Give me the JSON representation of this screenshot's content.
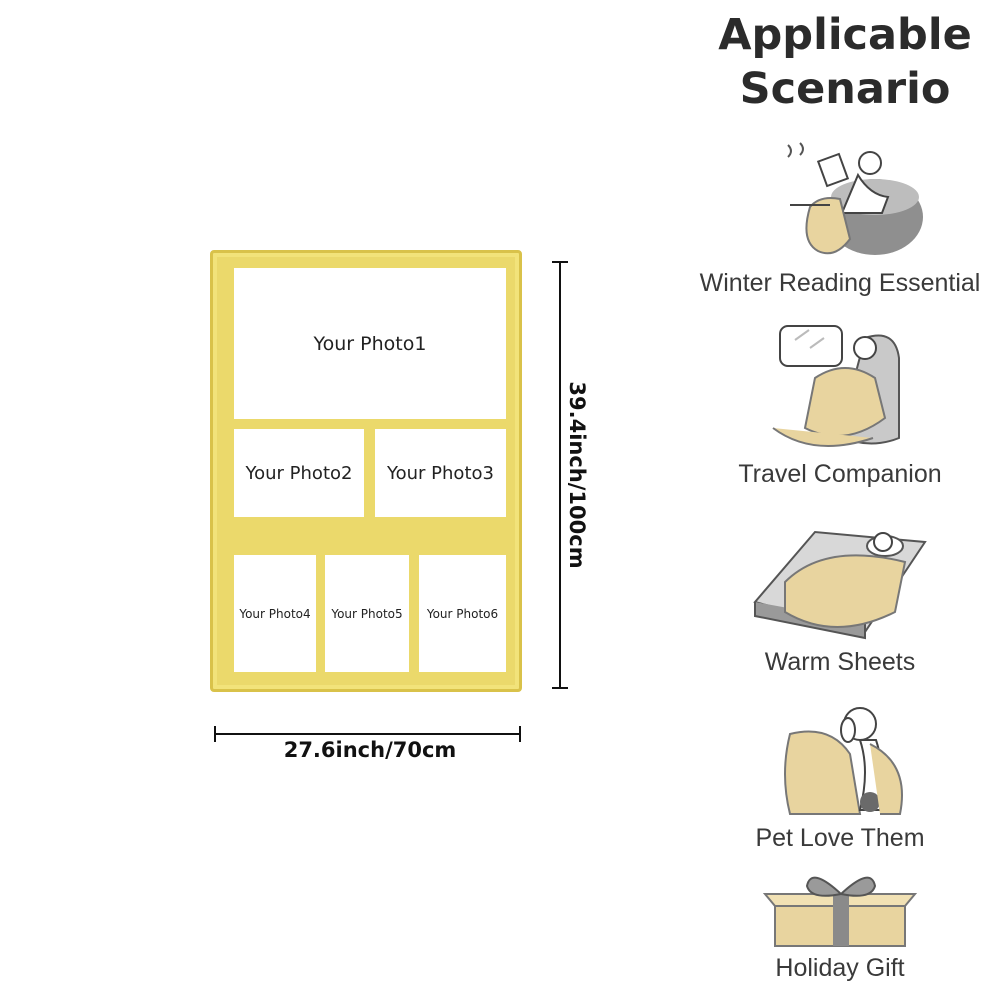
{
  "blanket": {
    "photos": [
      "Your Photo1",
      "Your Photo2",
      "Your Photo3",
      "Your Photo4",
      "Your Photo5",
      "Your Photo6"
    ],
    "height_label": "39.4inch/100cm",
    "width_label": "27.6inch/70cm",
    "color": "#ebd96b"
  },
  "sidebar": {
    "title": "Applicable Scenario",
    "scenarios": [
      {
        "label": "Winter Reading Essential",
        "icon": "reading-icon"
      },
      {
        "label": "Travel Companion",
        "icon": "travel-icon"
      },
      {
        "label": "Warm Sheets",
        "icon": "bed-icon"
      },
      {
        "label": "Pet Love Them",
        "icon": "dog-icon"
      },
      {
        "label": "Holiday Gift",
        "icon": "gift-icon"
      }
    ]
  }
}
